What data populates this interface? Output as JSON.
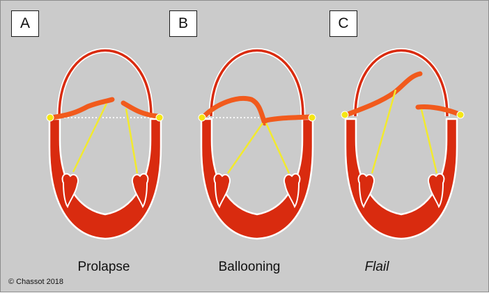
{
  "panels": [
    {
      "label": "A",
      "caption": "Prolapse",
      "caption_italic": false
    },
    {
      "label": "B",
      "caption": "Ballooning",
      "caption_italic": false
    },
    {
      "label": "C",
      "caption": "Flail",
      "caption_italic": true
    }
  ],
  "copyright": "© Chassot 2018",
  "colors": {
    "background": "#cbcbcb",
    "myocardium": "#d92b0f",
    "leaflet": "#f15a1c",
    "chordae": "#f2ea2e",
    "annulus_dot": "#f5e614",
    "outline": "#ffffff"
  }
}
